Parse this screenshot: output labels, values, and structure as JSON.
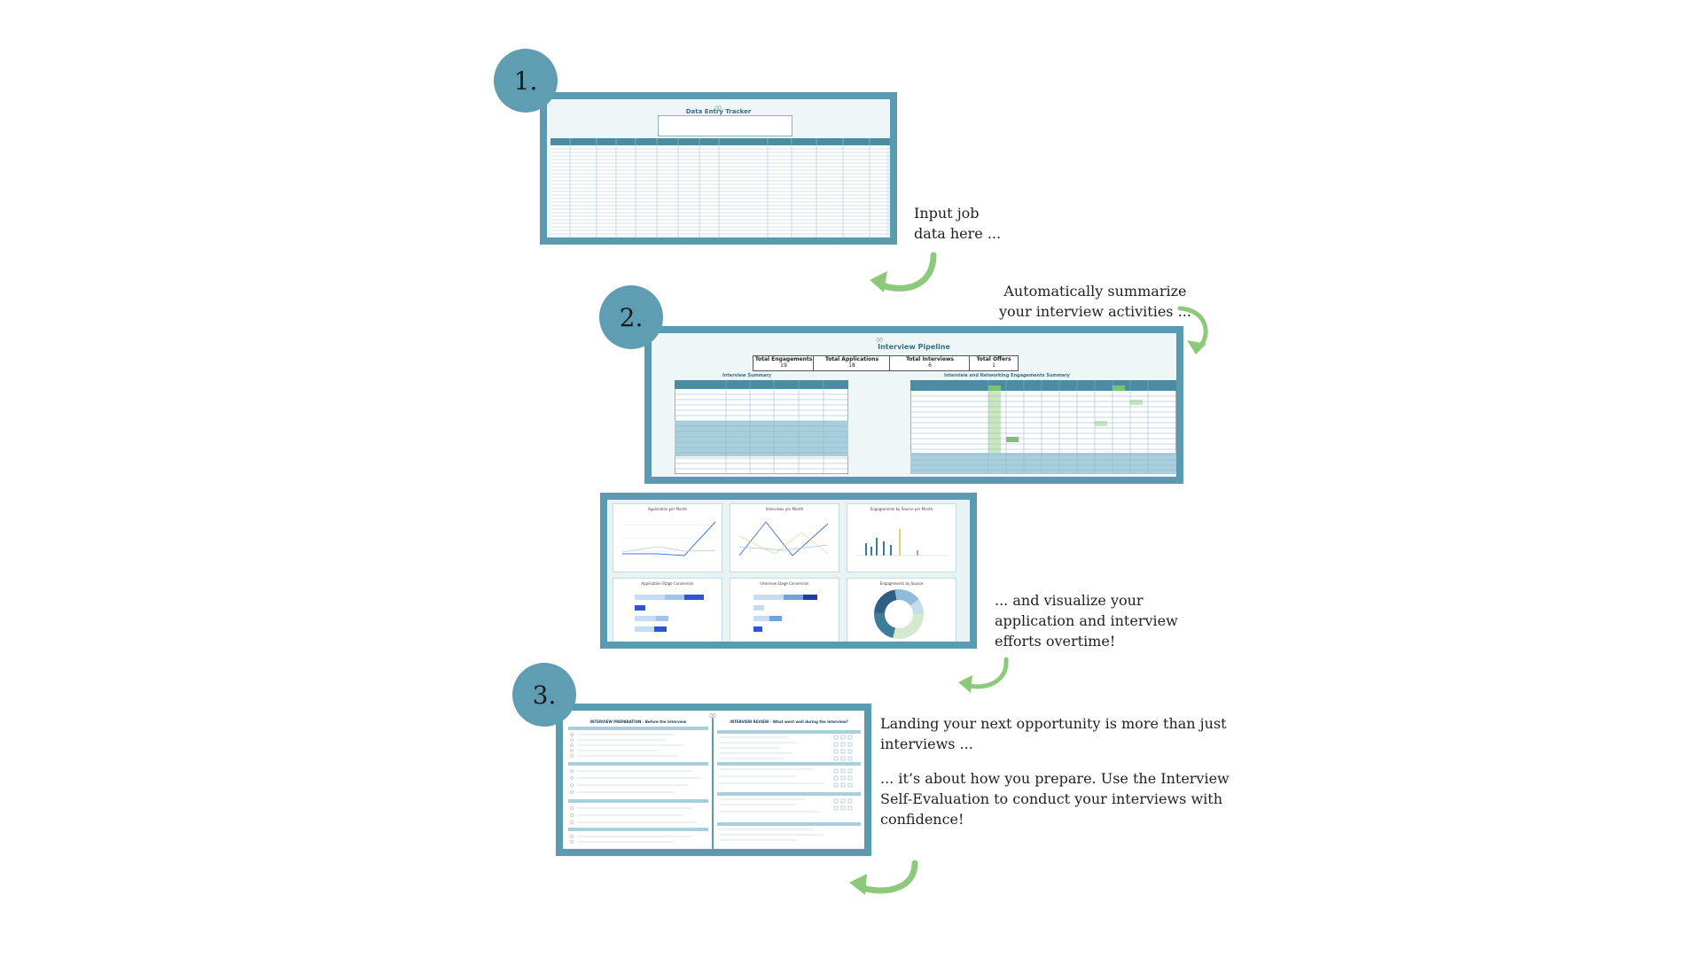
{
  "steps": [
    {
      "number": "1."
    },
    {
      "number": "2."
    },
    {
      "number": "3."
    }
  ],
  "captions": {
    "step1": [
      "Input job",
      "data here ..."
    ],
    "step2": [
      "Automatically summarize",
      "your interview activities ..."
    ],
    "step2b": [
      "... and visualize your",
      "application and interview",
      "efforts overtime!"
    ],
    "step3a": [
      "Landing your next opportunity is  more than just",
      "interviews ..."
    ],
    "step3b": [
      "... it’s about how you prepare. Use the Interview",
      "Self-Evaluation to conduct your interviews with",
      "confidence!"
    ]
  },
  "thumbnails": {
    "tracker_title": "Data Entry Tracker",
    "pipeline_title": "Interview Pipeline",
    "pipeline_boxes": [
      "Total Engagements",
      "Total Applications",
      "Total Interviews",
      "Total Offers"
    ],
    "pipeline_values": [
      "19",
      "18",
      "6",
      "1"
    ],
    "pipeline_left_title": "Interview Summary",
    "pipeline_right_title": "Interview and Networking Engagements Summary",
    "chart_titles": [
      "Application per Month",
      "Interviews per Month",
      "Engagements by Source per Month",
      "Application Stage Conversion",
      "Interview Stage Conversion",
      "Engagements by Source"
    ],
    "eval_left_title": "INTERVIEW PREPARATION - Before the Interview",
    "eval_right_title": "INTERVIEW REVIEW - What went well during the Interview?"
  },
  "colors": {
    "frame": "#5a9bb2",
    "badge": "#5f9db3",
    "arrow": "#8cc97a"
  },
  "icons": [
    "curved-arrow-icon",
    "infinity-logo-icon"
  ]
}
